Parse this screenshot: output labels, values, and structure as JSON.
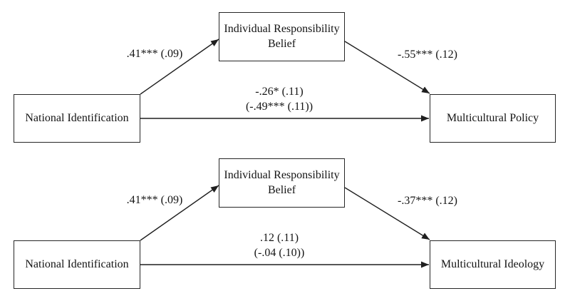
{
  "diagram": {
    "type": "mediation-path-model",
    "background_color": "#ffffff",
    "line_color": "#1f1f1f",
    "panels": [
      {
        "predictor": "National Identification",
        "mediator": "Individual Responsibility Belief",
        "outcome": "Multicultural Policy",
        "path_a_label": ".41*** (.09)",
        "path_b_label": "-.55*** (.12)",
        "direct_effect_label": "-.26* (.11)",
        "total_effect_label": "(-.49*** (.11))"
      },
      {
        "predictor": "National Identification",
        "mediator": "Individual Responsibility Belief",
        "outcome": "Multicultural Ideology",
        "path_a_label": ".41*** (.09)",
        "path_b_label": "-.37*** (.12)",
        "direct_effect_label": ".12 (.11)",
        "total_effect_label": "(-.04 (.10))"
      }
    ]
  }
}
